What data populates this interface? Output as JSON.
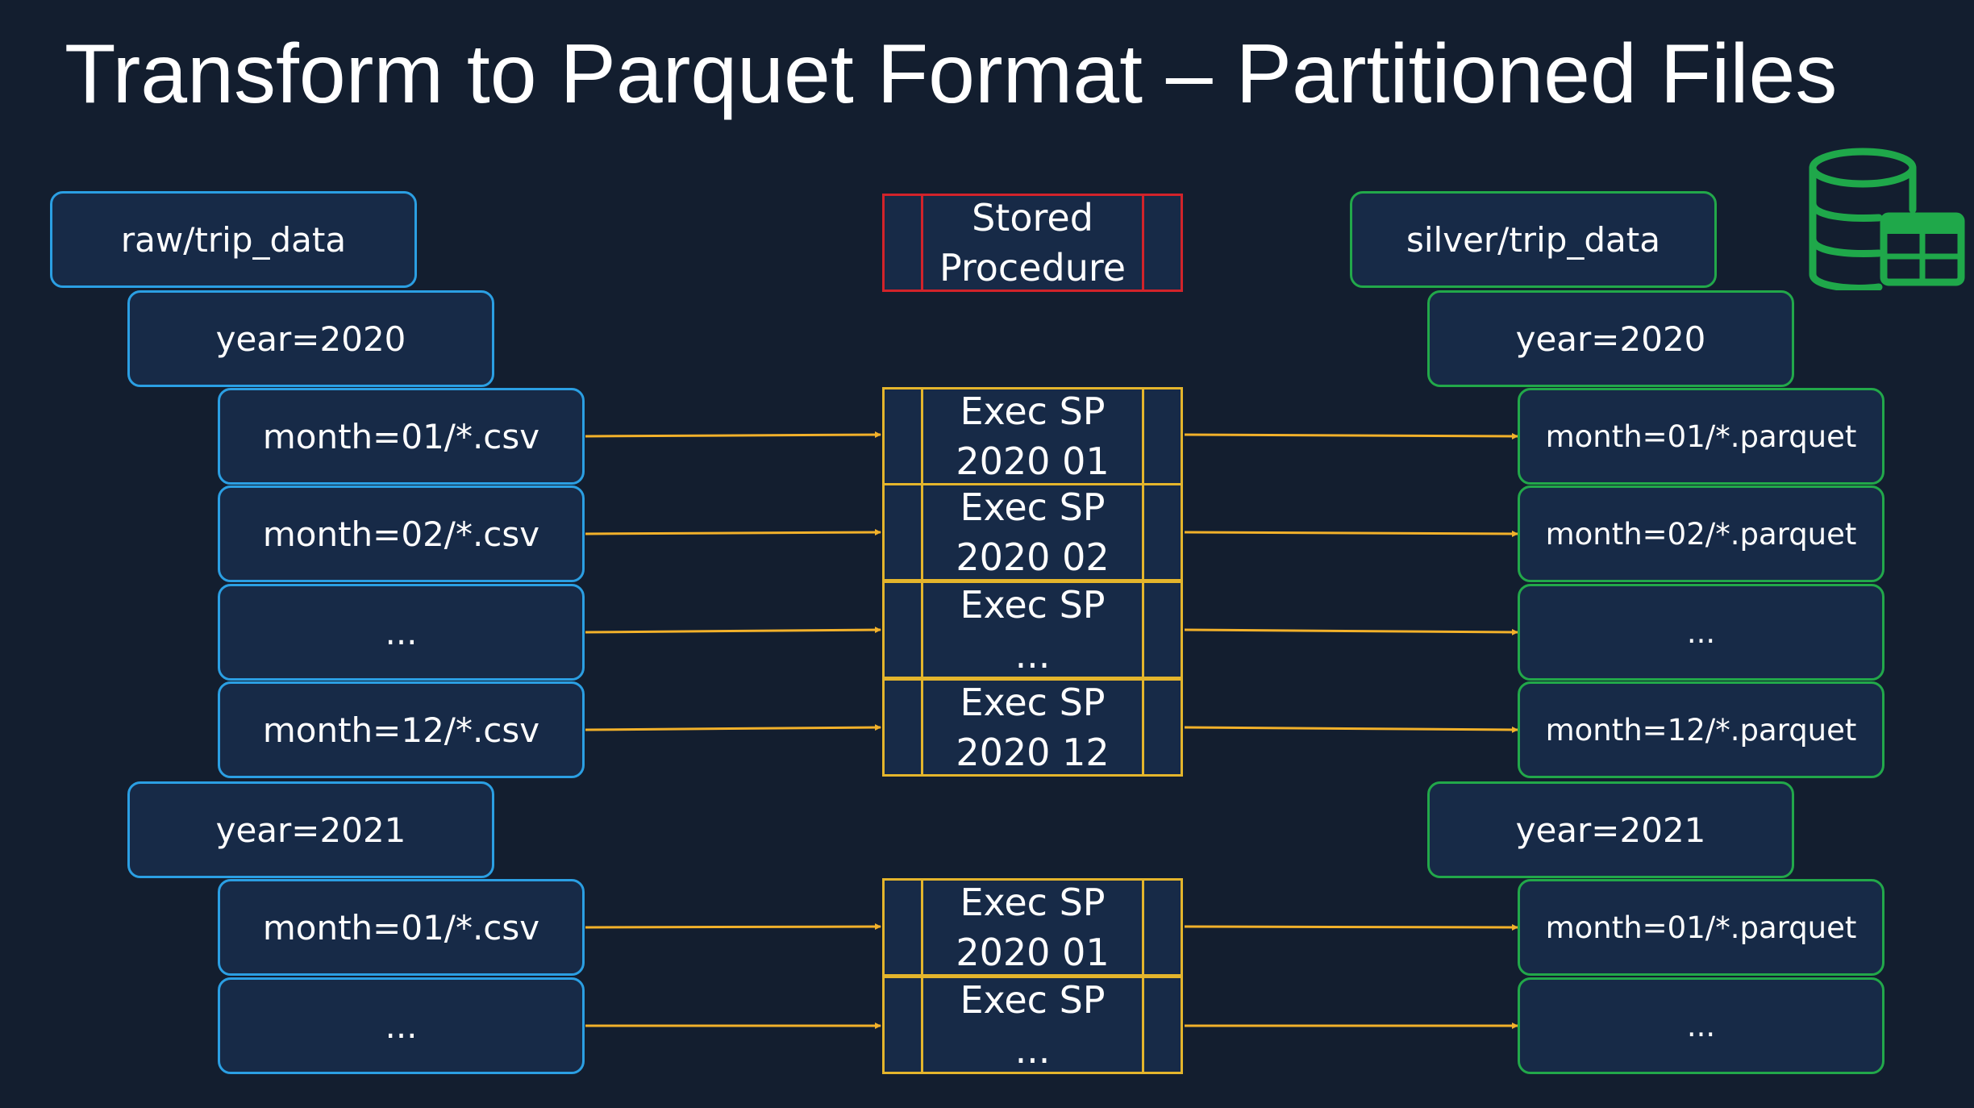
{
  "title": "Transform to Parquet Format – Partitioned Files",
  "source": {
    "root": "raw/trip_data",
    "year_2020": "year=2020",
    "files_2020": [
      "month=01/*.csv",
      "month=02/*.csv",
      "...",
      "month=12/*.csv"
    ],
    "year_2021": "year=2021",
    "files_2021": [
      "month=01/*.csv",
      "..."
    ]
  },
  "process": {
    "header_line1": "Stored",
    "header_line2": "Procedure",
    "steps_2020": [
      {
        "line1": "Exec SP",
        "line2": "2020 01"
      },
      {
        "line1": "Exec SP",
        "line2": "2020 02"
      },
      {
        "line1": "Exec SP",
        "line2": "..."
      },
      {
        "line1": "Exec SP",
        "line2": "2020 12"
      }
    ],
    "steps_2021": [
      {
        "line1": "Exec SP",
        "line2": "2020 01"
      },
      {
        "line1": "Exec SP",
        "line2": "..."
      }
    ]
  },
  "target": {
    "root": "silver/trip_data",
    "year_2020": "year=2020",
    "files_2020": [
      "month=01/*.parquet",
      "month=02/*.parquet",
      "...",
      "month=12/*.parquet"
    ],
    "year_2021": "year=2021",
    "files_2021": [
      "month=01/*.parquet",
      "..."
    ]
  },
  "icons": {
    "target_store": "database-table-icon"
  },
  "colors": {
    "background": "#131e2f",
    "box_fill": "#172a47",
    "source_border": "#2b9fe3",
    "target_border": "#22a84a",
    "procedure_border": "#d2232a",
    "step_border": "#e4b52c",
    "arrow": "#f2b12a",
    "icon": "#1fa84a"
  }
}
